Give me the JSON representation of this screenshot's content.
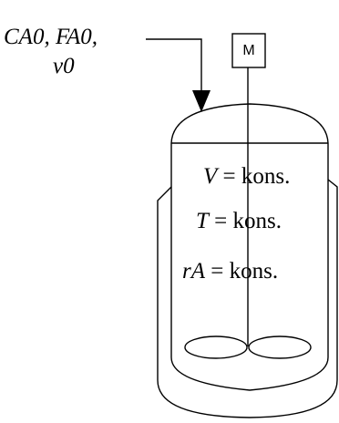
{
  "inlet": {
    "line1": "CA0, FA0,",
    "line2": "v0"
  },
  "motor": {
    "label": "M"
  },
  "conditions": [
    {
      "variable": "V",
      "equals": "=",
      "value": "kons."
    },
    {
      "variable": "T",
      "equals": "=",
      "value": "kons."
    },
    {
      "variable": "rA",
      "equals": "=",
      "value": "kons."
    }
  ]
}
